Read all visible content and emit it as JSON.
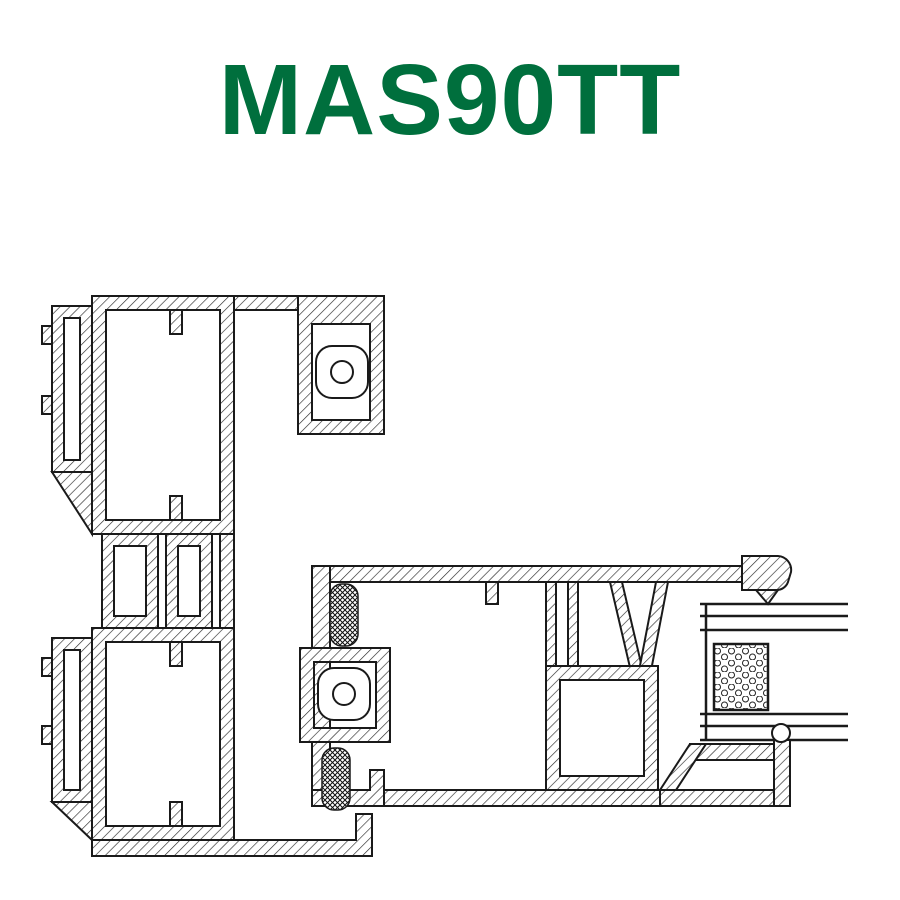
{
  "header": {
    "title": "MAS90TT",
    "title_color": "#006F3D"
  },
  "diagram": {
    "background": "#FFFFFF",
    "line_color": "#1A1A1A",
    "hatch_color": "#2B2B2B",
    "components": [
      "outer-frame-profile",
      "glazing-beads-with-clips",
      "thermal-break-struts",
      "gasket-holder-upper",
      "gasket-holder-lower",
      "epdm-gaskets",
      "brush-seals",
      "sash-bottom-profile",
      "corner-gasket",
      "bulb-seal",
      "honeycomb-sandwich-panel"
    ]
  }
}
